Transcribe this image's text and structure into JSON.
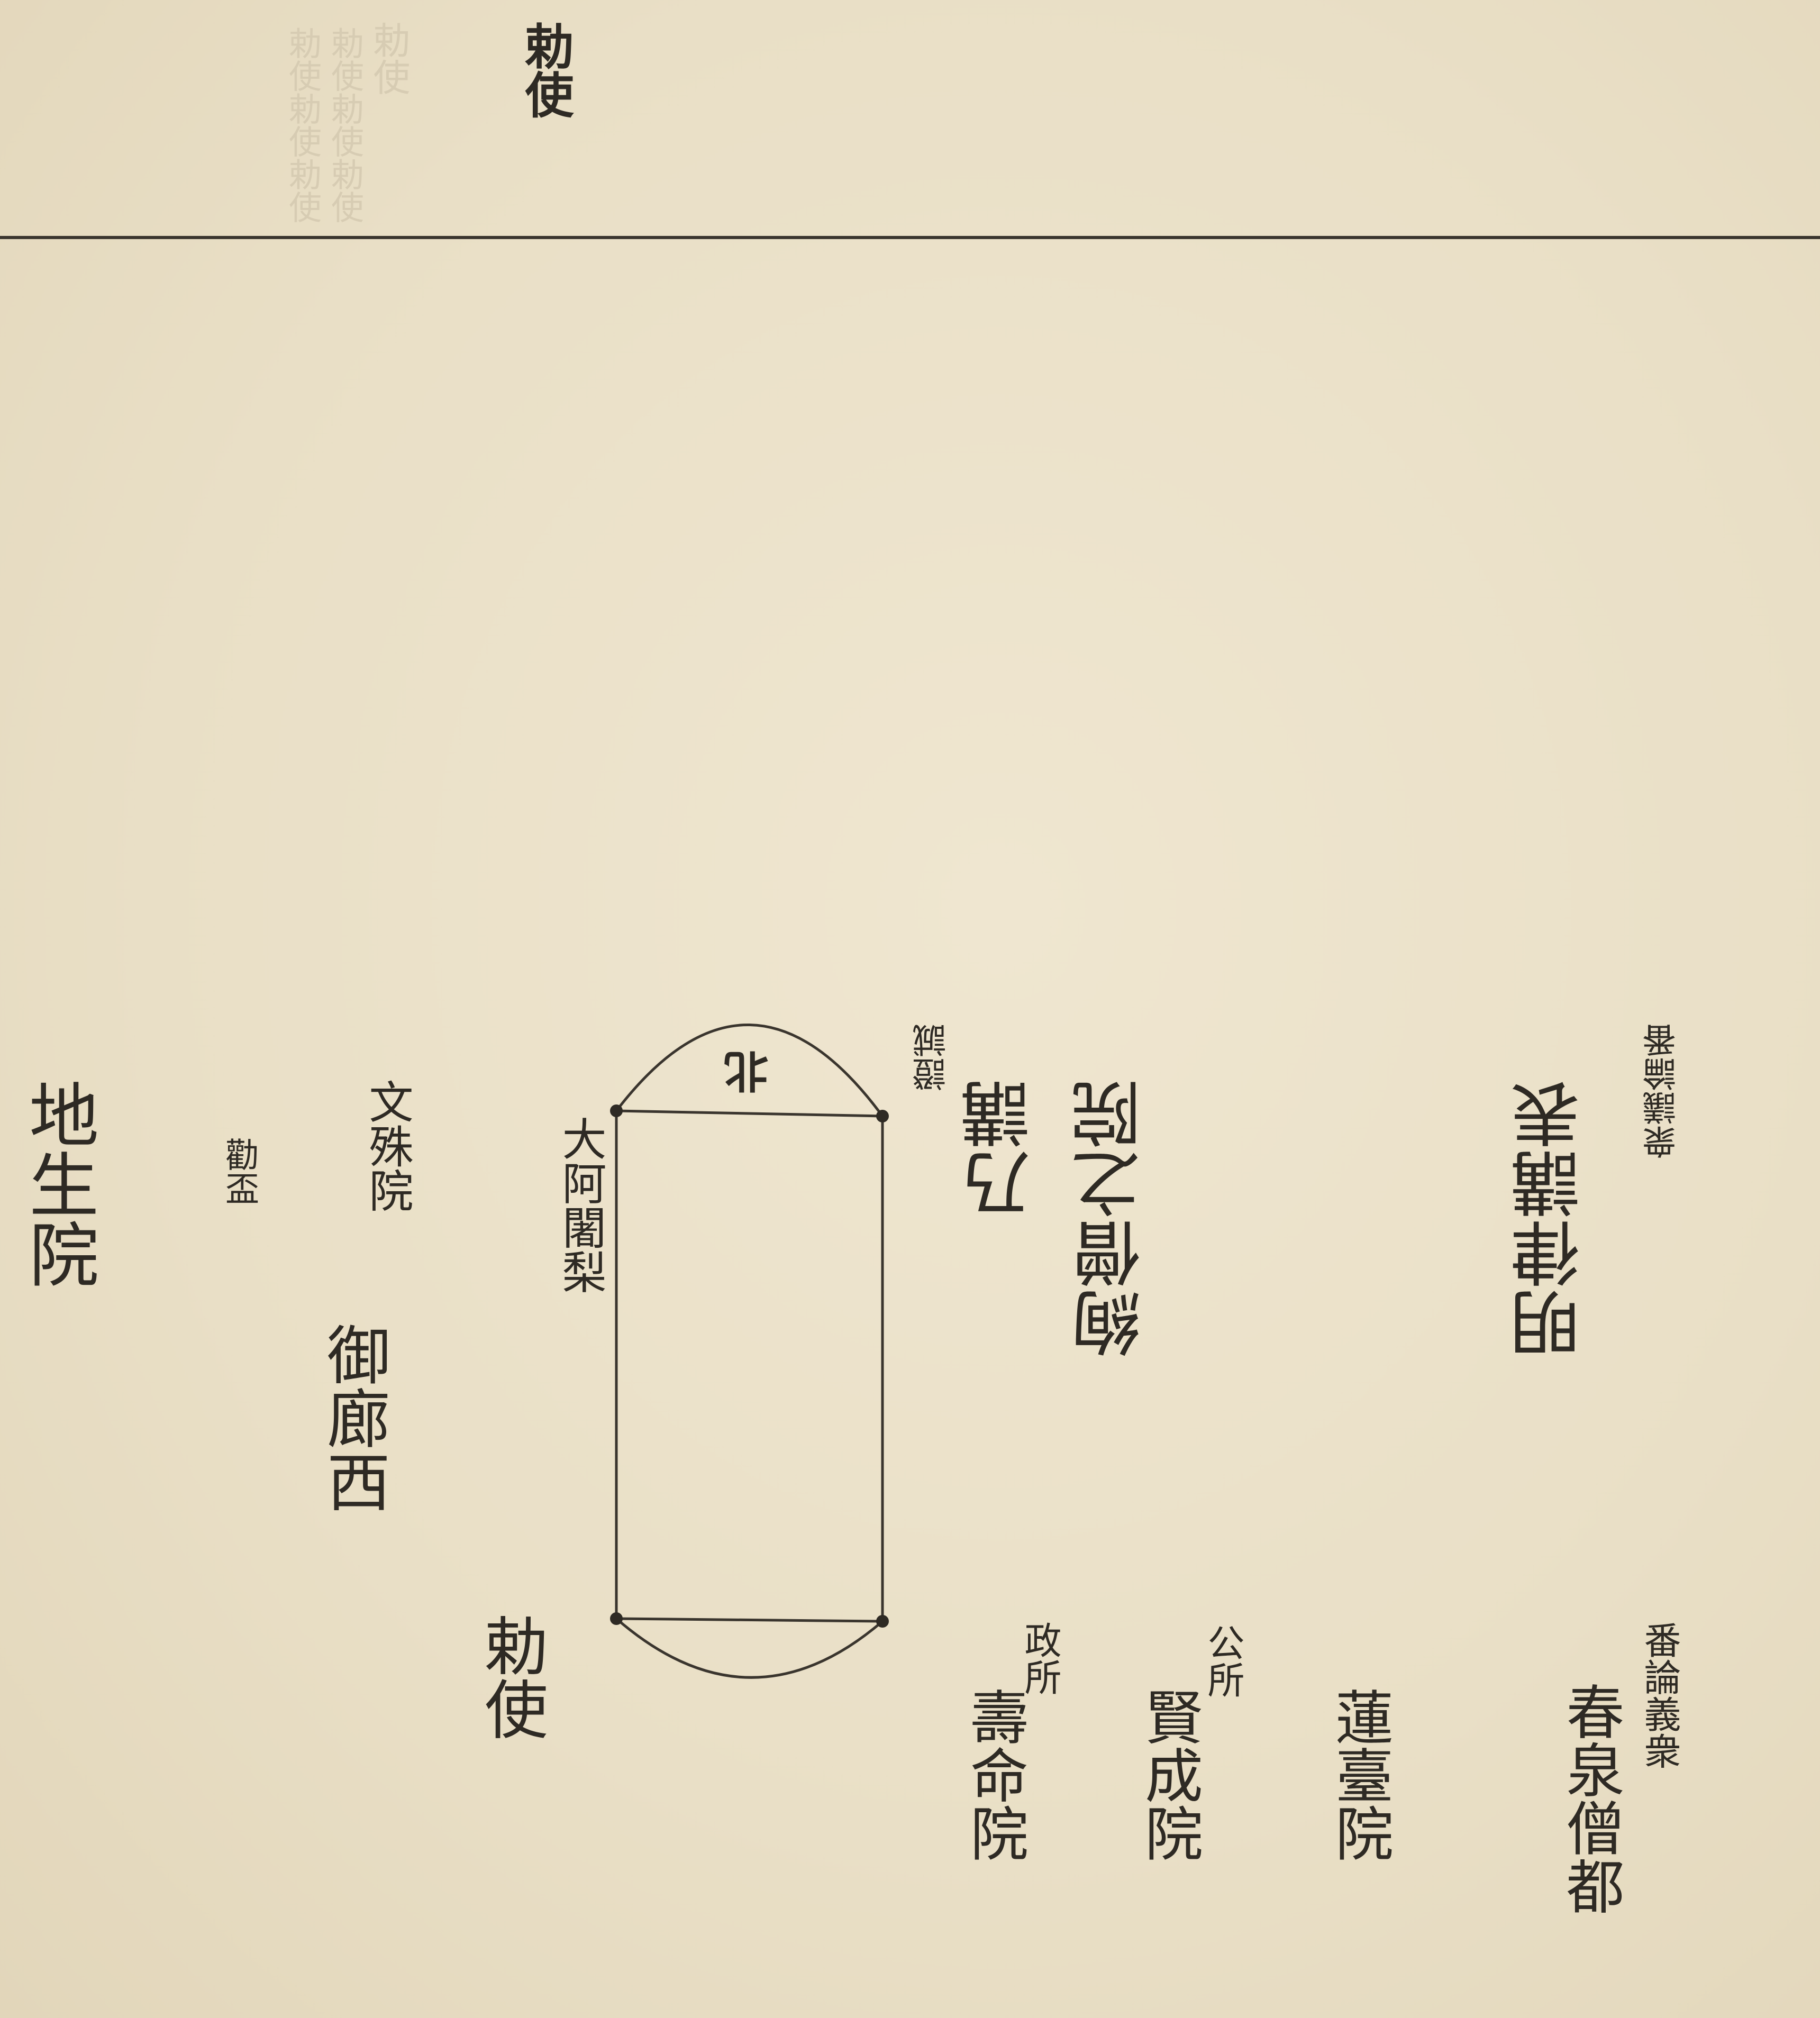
{
  "header": {
    "running_head": "勅使",
    "ghost_columns": [
      "勅使",
      "勅使勅使勅使",
      "勅使勅使勅使"
    ]
  },
  "diagram": {
    "hall_north_label": "北",
    "labels": {
      "c1_top": "衆議論番",
      "c1_main": "明律講表",
      "c2_main": "絢僧之院",
      "c3_top": "證誠",
      "c3_main": "乃講",
      "c4_main": "大阿闍梨",
      "c5_main": "文殊院",
      "c6_main": "御廊西",
      "c7_top": "勸盃",
      "c7_main": "地生院",
      "c8_main": "勅使",
      "c9_top": "番論義衆",
      "c9_main": "春泉僧都",
      "c10_main": "蓮臺院",
      "c11_top": "公所",
      "c11_main": "賢成院",
      "c12_top": "政所",
      "c12_main": "壽命院"
    }
  }
}
